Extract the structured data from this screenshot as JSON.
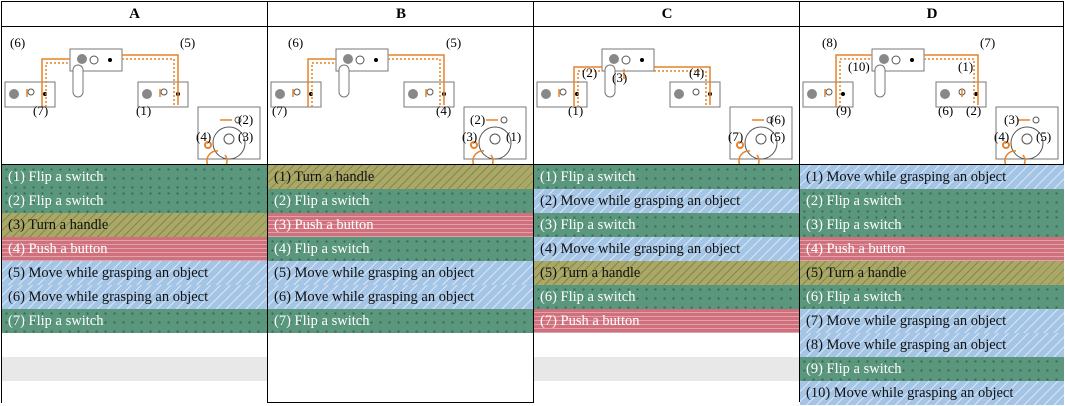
{
  "columns": [
    {
      "header": "A",
      "labels": [
        "(6)",
        "(5)",
        "(2)",
        "(4)",
        "(3)",
        "(7)",
        "(1)"
      ],
      "steps": [
        {
          "text": "(1) Flip a switch",
          "type": "switch"
        },
        {
          "text": "(2) Flip a switch",
          "type": "switch"
        },
        {
          "text": "(3) Turn a handle",
          "type": "handle"
        },
        {
          "text": "(4) Push a button",
          "type": "button"
        },
        {
          "text": "(5) Move while grasping an object",
          "type": "move"
        },
        {
          "text": "(6) Move while grasping an object",
          "type": "move"
        },
        {
          "text": "(7) Flip a switch",
          "type": "switch"
        }
      ]
    },
    {
      "header": "B",
      "labels": [
        "(6)",
        "(5)",
        "(2)",
        "(7)",
        "(4)",
        "(3)",
        "(1)"
      ],
      "steps": [
        {
          "text": "(1) Turn a handle",
          "type": "handle"
        },
        {
          "text": "(2) Flip a switch",
          "type": "switch"
        },
        {
          "text": "(3) Push a button",
          "type": "button"
        },
        {
          "text": "(4) Flip a switch",
          "type": "switch"
        },
        {
          "text": "(5) Move while grasping an object",
          "type": "move"
        },
        {
          "text": "(6) Move while grasping an object",
          "type": "move"
        },
        {
          "text": "(7) Flip a switch",
          "type": "switch"
        }
      ]
    },
    {
      "header": "C",
      "labels": [
        "(2)",
        "(3)",
        "(4)",
        "(6)",
        "(1)",
        "(7)",
        "(5)"
      ],
      "steps": [
        {
          "text": "(1) Flip a switch",
          "type": "switch"
        },
        {
          "text": "(2) Move while grasping an object",
          "type": "move"
        },
        {
          "text": "(3) Flip a switch",
          "type": "switch"
        },
        {
          "text": "(4) Move while grasping an object",
          "type": "move"
        },
        {
          "text": "(5) Turn a handle",
          "type": "handle"
        },
        {
          "text": "(6) Flip a switch",
          "type": "switch"
        },
        {
          "text": "(7) Push a button",
          "type": "button"
        }
      ]
    },
    {
      "header": "D",
      "labels": [
        "(8)",
        "(7)",
        "(10)",
        "(1)",
        "(9)",
        "(6)",
        "(2)",
        "(3)",
        "(4)",
        "(5)"
      ],
      "steps": [
        {
          "text": "(1) Move while grasping an object",
          "type": "move"
        },
        {
          "text": "(2) Flip a switch",
          "type": "switch"
        },
        {
          "text": "(3) Flip a switch",
          "type": "switch"
        },
        {
          "text": "(4) Push a button",
          "type": "button"
        },
        {
          "text": "(5) Turn a handle",
          "type": "handle"
        },
        {
          "text": "(6) Flip a switch",
          "type": "switch"
        },
        {
          "text": "(7) Move while grasping an object",
          "type": "move"
        },
        {
          "text": "(8) Move while grasping an object",
          "type": "move"
        },
        {
          "text": "(9) Flip a switch",
          "type": "switch"
        },
        {
          "text": "(10) Move while grasping an object",
          "type": "move"
        }
      ]
    }
  ],
  "colors": {
    "path": "#e9822a",
    "switch": "#5a977d",
    "handle": "#aaa866",
    "button": "#d0707c",
    "move": "#a5c5e6"
  }
}
